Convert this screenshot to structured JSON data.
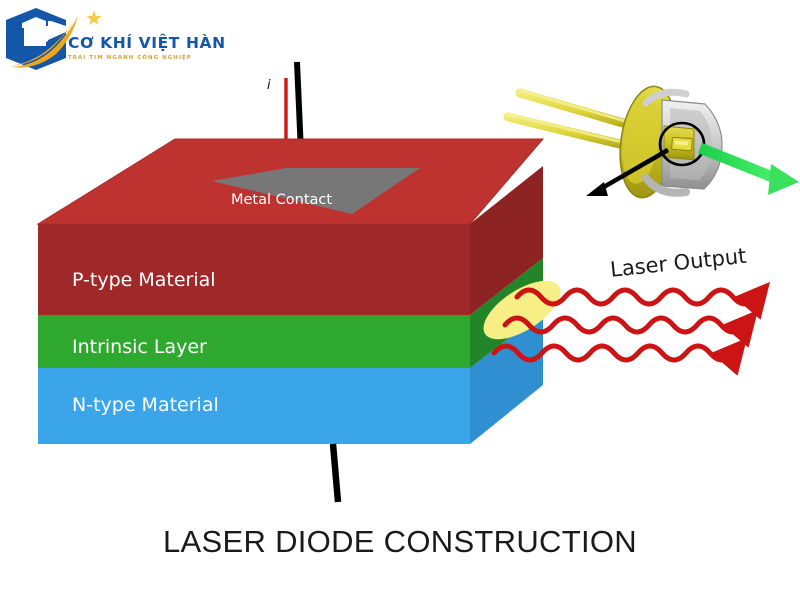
{
  "logo": {
    "title": "CƠ KHÍ VIỆT HÀN",
    "tagline": "TRÁI TIM NGÀNH CÔNG NGHIỆP",
    "mark_icon": "company-logo-mark",
    "colors": {
      "blue": "#1456a8",
      "gold": "#f0a81e",
      "tagline_gold": "#d8a233",
      "star": "#f7c948"
    }
  },
  "diagram": {
    "title": "LASER DIODE CONSTRUCTION",
    "labels": {
      "metal_contact": "Metal Contact",
      "p_type": "P-type Material",
      "intrinsic": "Intrinsic Layer",
      "n_type": "N-type Material",
      "current": "i",
      "laser_output": "Laser Output"
    },
    "colors": {
      "p_type_front": "#a02828",
      "p_type_top": "#be3330",
      "p_type_side": "#8e2323",
      "intrinsic_front": "#2fa82f",
      "intrinsic_side": "#23852a",
      "n_type_front": "#3aa5e8",
      "n_type_side": "#2f8fd0",
      "metal_contact": "#777777",
      "emission_spot": "#f7ef86",
      "wave_red": "#cc1414",
      "current_arrow_red": "#d41515",
      "wire_black": "#000000",
      "diode_gold": "#cfc326",
      "diode_gold_dark": "#a09816",
      "diode_silver": "#d4d4d4",
      "beam_green": "#33dd55"
    },
    "elements": [
      {
        "name": "top-wire",
        "kind": "wire"
      },
      {
        "name": "bottom-wire",
        "kind": "wire"
      },
      {
        "name": "current-arrow",
        "kind": "arrow"
      },
      {
        "name": "metal-contact-pad",
        "kind": "surface"
      },
      {
        "name": "emission-spot",
        "kind": "ellipse"
      },
      {
        "name": "laser-wave-1",
        "kind": "wavy-arrow"
      },
      {
        "name": "laser-wave-2",
        "kind": "wavy-arrow"
      },
      {
        "name": "laser-wave-3",
        "kind": "wavy-arrow"
      },
      {
        "name": "diode-package",
        "kind": "photo-illustration"
      },
      {
        "name": "diode-chip-callout",
        "kind": "arrow"
      },
      {
        "name": "green-beam",
        "kind": "arrow"
      }
    ]
  }
}
